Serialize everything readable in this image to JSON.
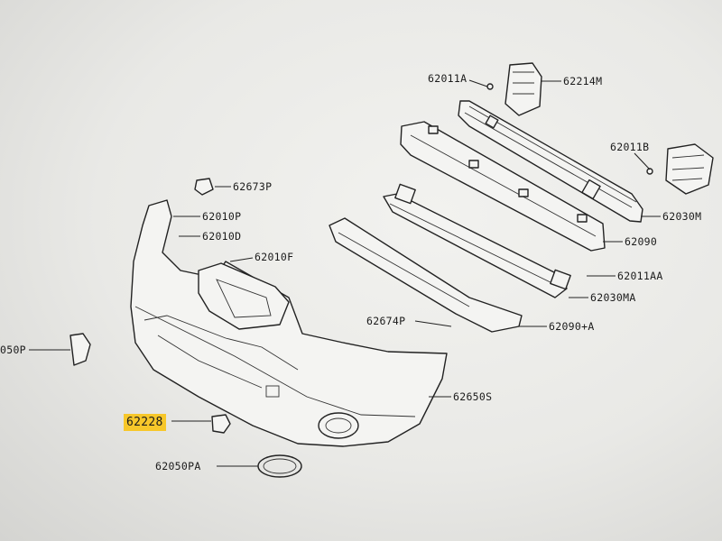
{
  "diagram": {
    "highlight_color": "#f7c72a",
    "labels": {
      "l_62011A": "62011A",
      "l_62214M": "62214M",
      "l_62011B": "62011B",
      "l_62673P": "62673P",
      "l_62010P": "62010P",
      "l_62010D": "62010D",
      "l_62010F": "62010F",
      "l_62030M": "62030M",
      "l_62090": "62090",
      "l_62011AA": "62011AA",
      "l_62030MA": "62030MA",
      "l_62674P": "62674P",
      "l_62090A": "62090+A",
      "l_050P": "050P",
      "l_62650S": "62650S",
      "l_62228": "62228",
      "l_62050PA": "62050PA"
    }
  }
}
